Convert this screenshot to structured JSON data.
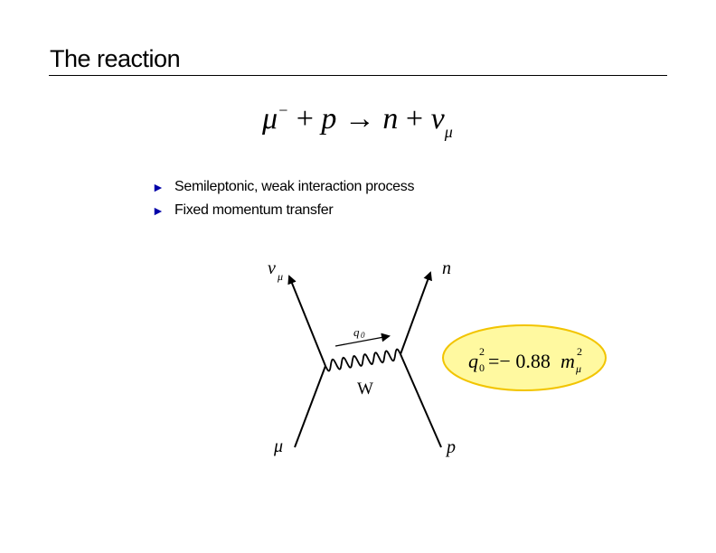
{
  "title": "The reaction",
  "equation": {
    "muon": "μ",
    "charge": "−",
    "plus1": "+",
    "proton": "p",
    "arrow": "→",
    "neutron": "n",
    "plus2": "+",
    "neutrino": "ν",
    "neutrino_sub": "μ"
  },
  "bullets": [
    {
      "icon": "triangle-bullet-icon",
      "text": "Semileptonic, weak interaction process"
    },
    {
      "icon": "triangle-bullet-icon",
      "text": "Fixed momentum transfer"
    }
  ],
  "diagram": {
    "nu": "ν",
    "nu_sub": "μ",
    "n": "n",
    "mu": "μ",
    "p": "p",
    "q": "q",
    "q_sub": "0",
    "boson": "W"
  },
  "callout": {
    "q": "q",
    "q_sub": "0",
    "q_sup": "2",
    "rhs": "=− 0.88",
    "m": "m",
    "m_sub": "μ",
    "m_sup": "2"
  },
  "colors": {
    "bullet": "#0000a8",
    "callout_fill": "#fff9a0",
    "callout_stroke": "#f2c400"
  }
}
